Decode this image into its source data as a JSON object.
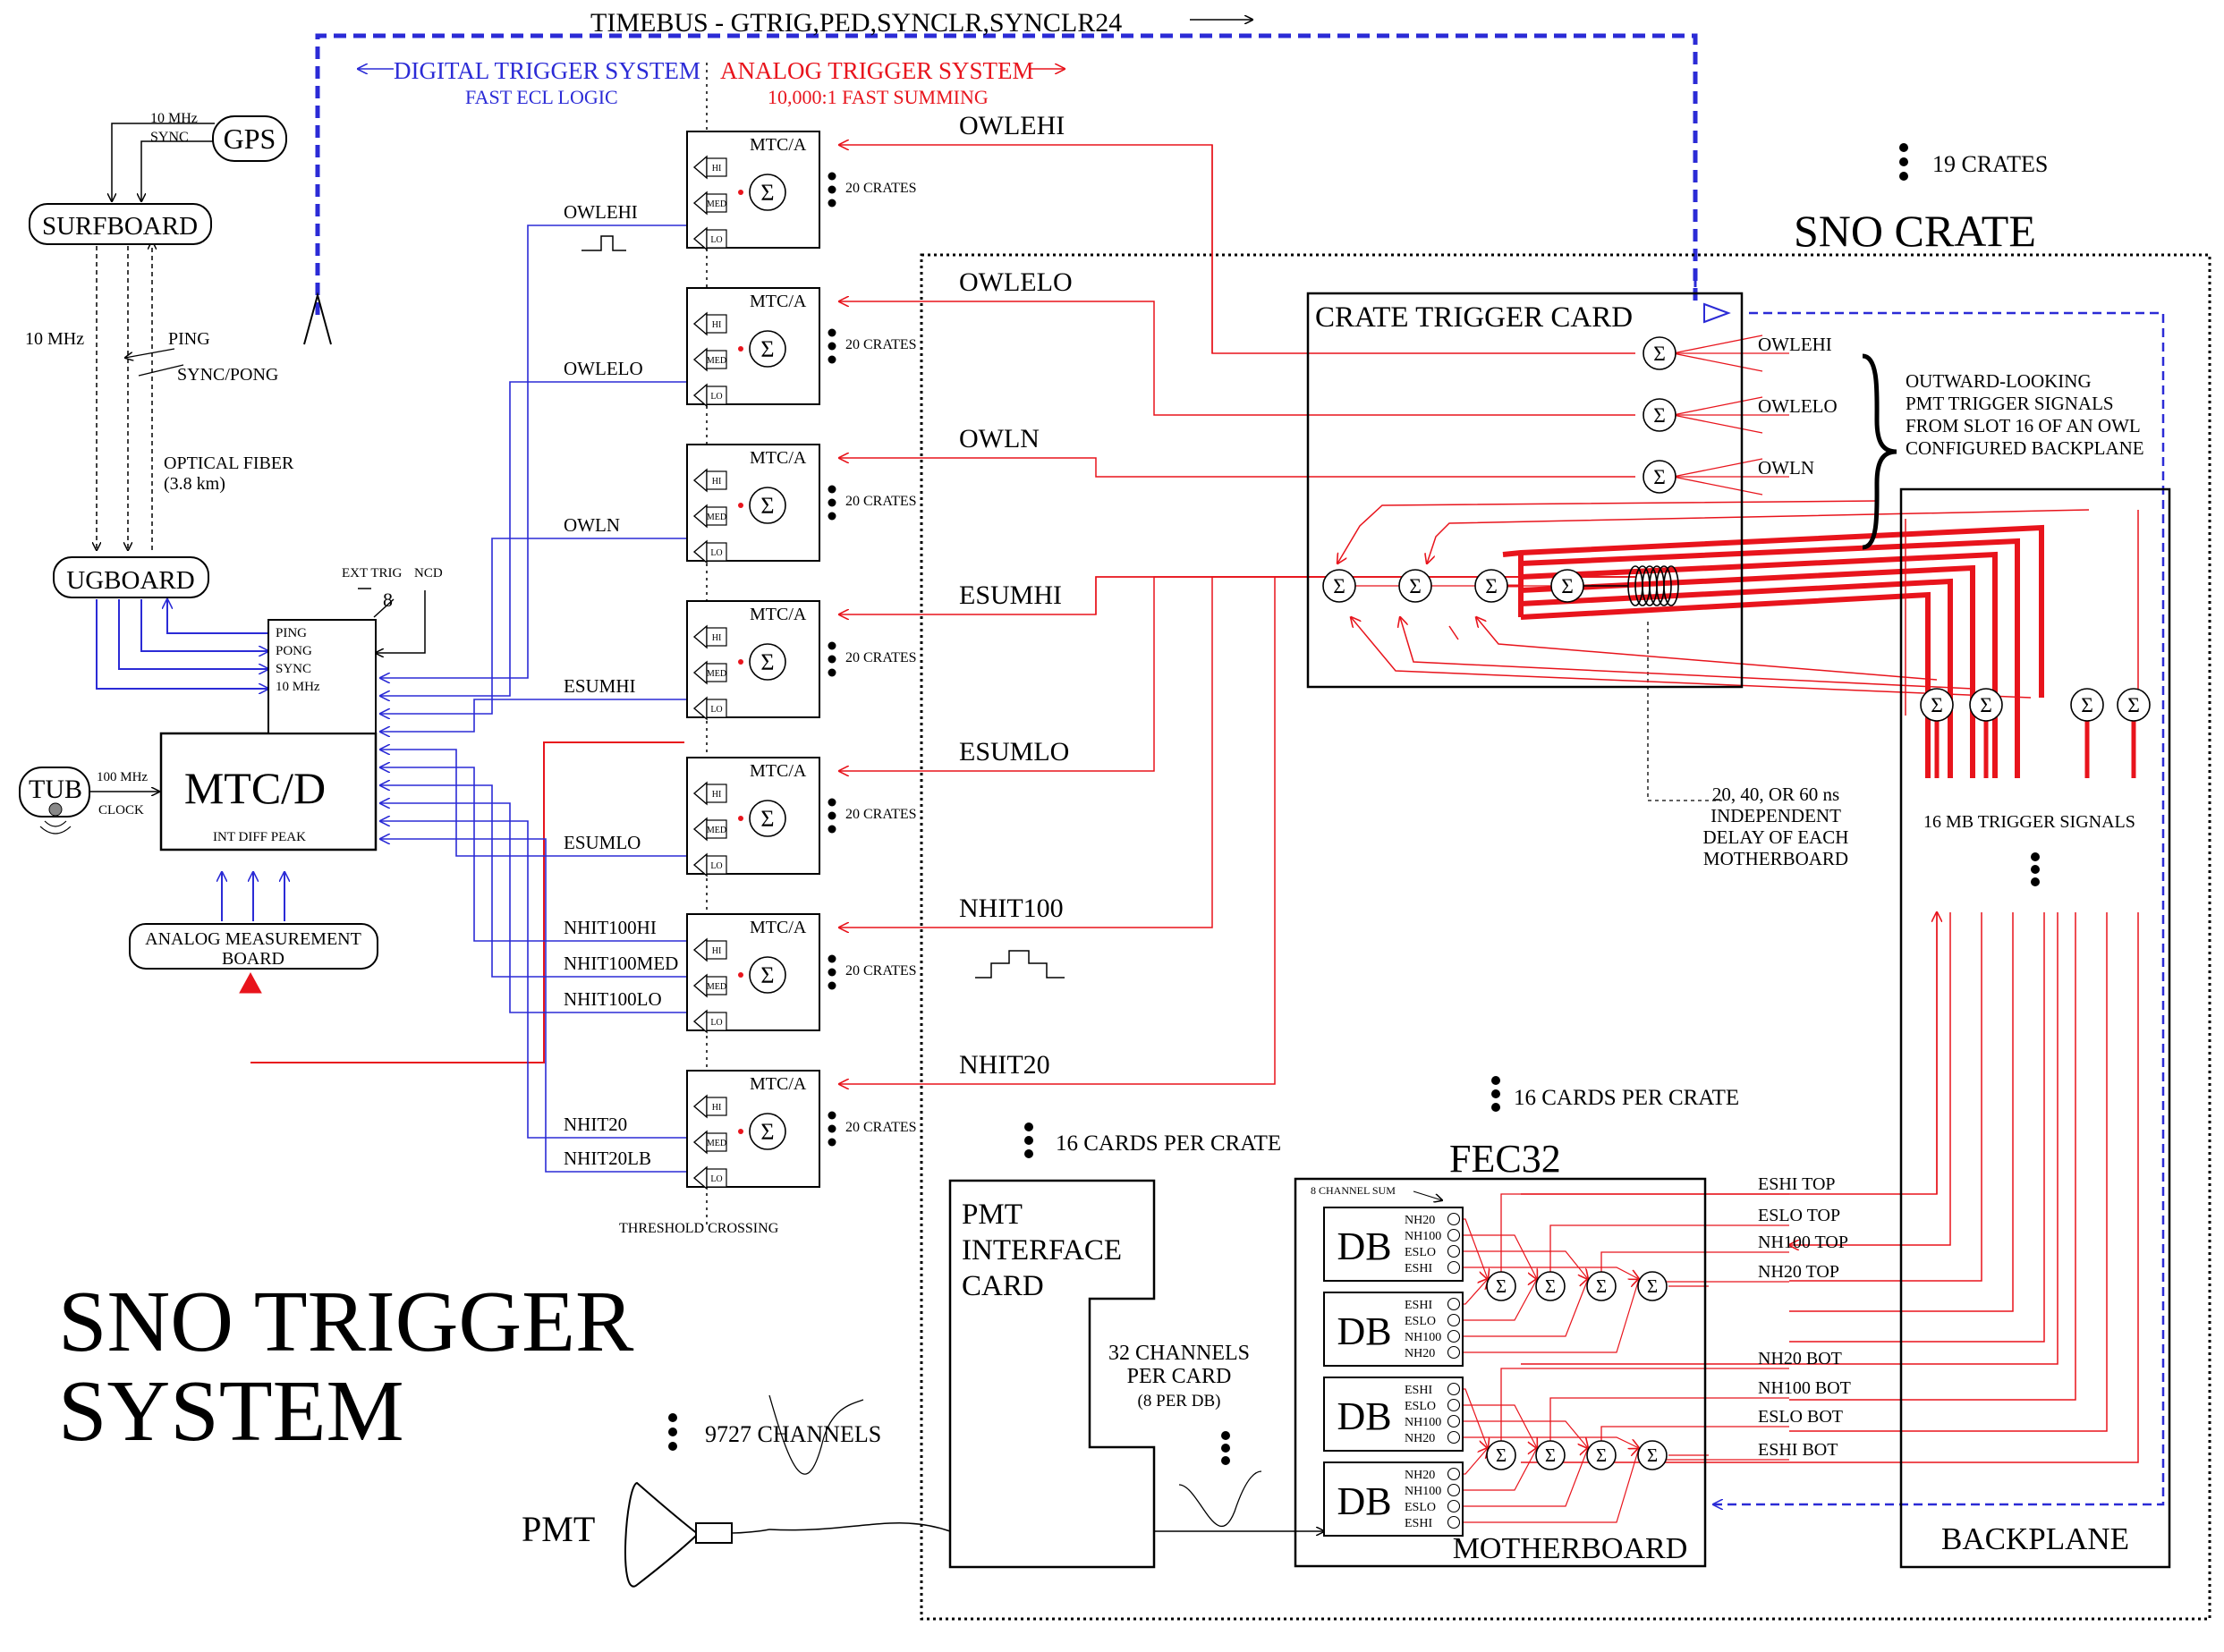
{
  "title_line1": "SNO TRIGGER",
  "title_line2": "SYSTEM",
  "timebus": "TIMEBUS - GTRIG,PED,SYNCLR,SYNCLR24",
  "digital_trigger": "DIGITAL TRIGGER SYSTEM",
  "digital_sub": "FAST ECL LOGIC",
  "analog_trigger": "ANALOG TRIGGER SYSTEM",
  "analog_sub": "10,000:1 FAST SUMMING",
  "gps": "GPS",
  "gps_10mhz": "10 MHz",
  "gps_sync": "SYNC",
  "surfboard": "SURFBOARD",
  "ugboard": "UGBOARD",
  "fiber_10mhz": "10 MHz",
  "ping": "PING",
  "sync_pong": "SYNC/PONG",
  "optical_fiber": "OPTICAL FIBER",
  "fiber_length": "(3.8 km)",
  "ext_trig": "EXT TRIG",
  "ncd": "NCD",
  "bus_width": "8",
  "mtcd_inputs": [
    "PING",
    "PONG",
    "SYNC",
    "10 MHz"
  ],
  "mtcd": "MTC/D",
  "mtcd_bottom": "INT DIFF PEAK",
  "tub": "TUB",
  "tub_freq": "100 MHz",
  "tub_clock": "CLOCK",
  "amb_line1": "ANALOG MEASUREMENT",
  "amb_line2": "BOARD",
  "mtca_label": "MTC/A",
  "mtca_levels": [
    "HI",
    "MED",
    "LO"
  ],
  "sigma": "Σ",
  "crates20": "20 CRATES",
  "mtca_signals": [
    "OWLEHI",
    "OWLELO",
    "OWLN",
    "ESUMHI",
    "ESUMLO",
    "NHIT100",
    "NHIT20"
  ],
  "digital_lines": [
    "OWLEHI",
    "OWLELO",
    "OWLN",
    "ESUMHI",
    "ESUMLO",
    "NHIT100HI",
    "NHIT100MED",
    "NHIT100LO",
    "NHIT20",
    "NHIT20LB"
  ],
  "threshold_crossing": "THRESHOLD CROSSING",
  "crates19": "19 CRATES",
  "sno_crate": "SNO CRATE",
  "ctc": "CRATE TRIGGER CARD",
  "ctc_owl": [
    "OWLEHI",
    "OWLELO",
    "OWLN"
  ],
  "owl_note": [
    "OUTWARD-LOOKING",
    "PMT TRIGGER SIGNALS",
    "FROM SLOT 16 OF AN OWL",
    "CONFIGURED BACKPLANE"
  ],
  "delay_note": [
    "20, 40, OR 60 ns",
    "INDEPENDENT",
    "DELAY OF EACH",
    "MOTHERBOARD"
  ],
  "mb_trigger": "16 MB TRIGGER SIGNALS",
  "cards16": "16 CARDS PER CRATE",
  "fec32": "FEC32",
  "pmt_ic": [
    "PMT",
    "INTERFACE",
    "CARD"
  ],
  "channels32": [
    "32 CHANNELS",
    "PER CARD",
    "(8 PER DB)"
  ],
  "eight_ch_sum": "8 CHANNEL SUM",
  "db": "DB",
  "db_signals_top": [
    [
      "NH20",
      "NH100",
      "ESLO",
      "ESHI"
    ],
    [
      "ESHI",
      "ESLO",
      "NH100",
      "NH20"
    ]
  ],
  "db_signals_bot": [
    [
      "ESHI",
      "ESLO",
      "NH100",
      "NH20"
    ],
    [
      "NH20",
      "NH100",
      "ESLO",
      "ESHI"
    ]
  ],
  "top_signals": [
    "ESHI TOP",
    "ESLO TOP",
    "NH100 TOP",
    "NH20 TOP"
  ],
  "bot_signals": [
    "NH20 BOT",
    "NH100 BOT",
    "ESLO BOT",
    "ESHI BOT"
  ],
  "motherboard": "MOTHERBOARD",
  "backplane": "BACKPLANE",
  "channels9727": "9727 CHANNELS",
  "pmt": "PMT",
  "colors": {
    "digital": "#2b2bd6",
    "analog": "#e8141c",
    "ink": "#000000"
  }
}
